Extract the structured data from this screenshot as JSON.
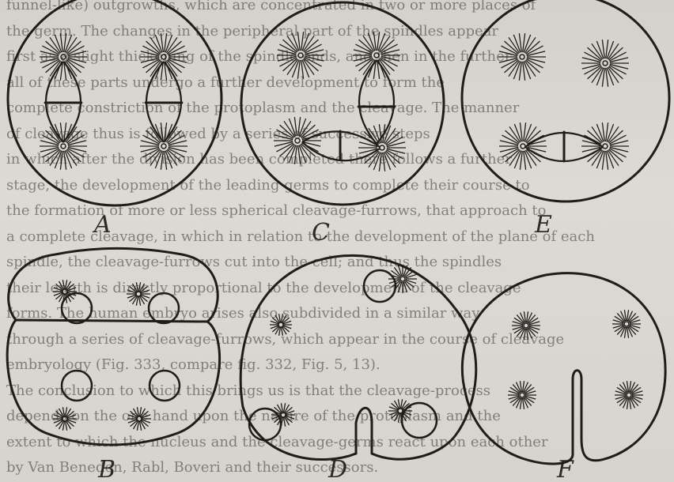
{
  "text_lines": [
    "funnel-like) outgrowths, which are concentrated in two or more places of",
    "the germ. The changes in the peripheral part of the spindles appear",
    "first as a slight thickening of the spindle ends, and then in the further",
    "all of these parts undergo a further development to form the",
    "complete constriction of the protoplasm and the cleavage. The manner",
    "of cleavage thus is followed by a series of successive steps",
    "in which after the division has been completed there follows a further",
    "stage, the development of the leading germs to complete their course to",
    "the formation of more or less spherical cleavage-furrows, that approach to",
    "a complete cleavage, in which in relation to the development of the plane of each",
    "spindle, the cleavage-furrows cut into the cell; and thus the spindles",
    "their length is directly proportional to the development of the cleavage",
    "forms. The human embryo arises also subdivided in a similar way",
    "through a series of cleavage-furrows, which appear in the course of cleavage",
    "embryology (Fig. 333, compare fig. 332, Fig. 5, 13).",
    "The conclusion to which this brings us is that the cleavage-process",
    "depends on the one hand upon the nature of the protoplasm and the",
    "extent to which the nucleus and the cleavage-germs react upon each other",
    "by Van Beneden, Rabl, Boveri and their successors."
  ],
  "figure_labels": [
    "A",
    "C",
    "E",
    "B",
    "D",
    "F"
  ]
}
